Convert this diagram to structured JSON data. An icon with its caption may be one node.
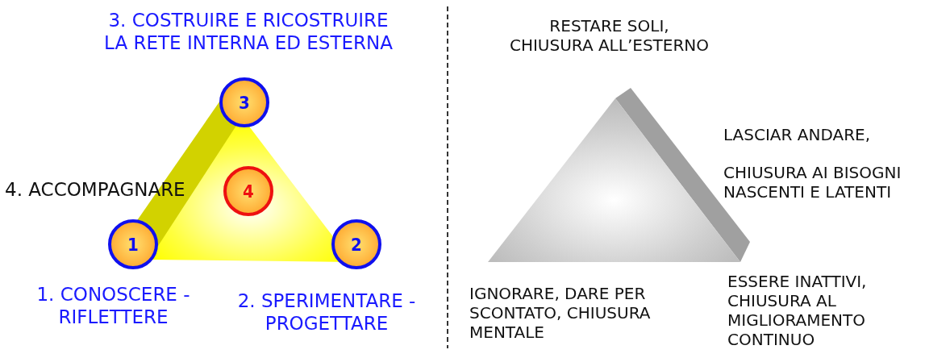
{
  "diagram": {
    "nodes": [
      {
        "text": [
          "3"
        ]
      },
      {
        "text": [
          "4"
        ]
      },
      {
        "text": [
          "1"
        ]
      },
      {
        "text": [
          "2"
        ]
      }
    ],
    "edges": [],
    "labels": [
      "3. COSTRUIRE E RICOSTRUIRE LA RETE INTERNA ED ESTERNA",
      "RESTARE SOLI, CHIUSURA ALL’ESTERNO",
      "LASCIAR ANDARE,",
      "4. ACCOMPAGNARE",
      "CHIUSURA AI BISOGNI NASCENTI E LATENTI",
      "IGNORARE, DARE PER SCONTATO, CHIUSURA MENTALE",
      "1. CONOSCERE - RIFLETTERE",
      "2. SPERIMENTARE -PROGETTARE",
      "ESSERE INATTIVI, CHIUSURA AL MIGLIORAMENTO CONTINUO"
    ]
  }
}
